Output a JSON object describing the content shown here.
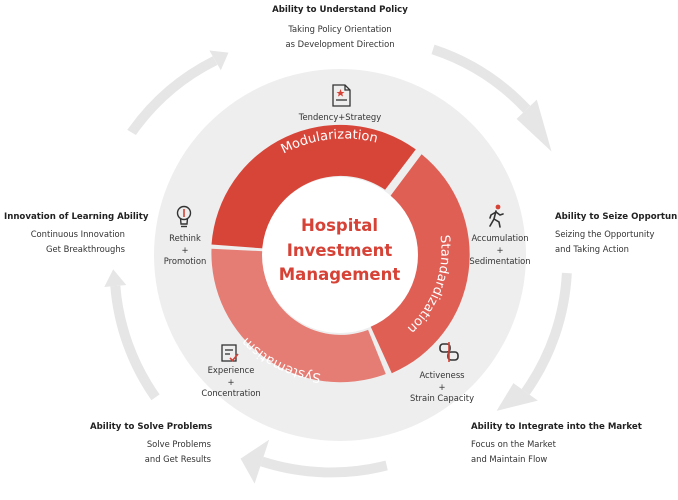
{
  "center_title": {
    "line1": "Hospital",
    "line2": "Investment",
    "line3": "Management"
  },
  "ring_segments": {
    "modularization": "Modularization",
    "standardization": "Standardization",
    "systematism": "Systematism"
  },
  "ring_items": [
    {
      "icon": "document-star-icon",
      "line1": "Tendency+Strategy"
    },
    {
      "icon": "walking-person-icon",
      "line1": "Accumulation",
      "line2": "+",
      "line3": "Sedimentation"
    },
    {
      "icon": "link-knot-icon",
      "line1": "Activeness",
      "line2": "+",
      "line3": "Strain Capacity"
    },
    {
      "icon": "checklist-icon",
      "line1": "Experience",
      "line2": "+",
      "line3": "Concentration"
    },
    {
      "icon": "lightbulb-icon",
      "line1": "Rethink",
      "line2": "+",
      "line3": "Promotion"
    }
  ],
  "abilities": [
    {
      "title": "Ability to Understand Policy",
      "line1": "Taking Policy Orientation",
      "line2": "as Development Direction"
    },
    {
      "title": "Ability to Seize Opportunities",
      "line1": "Seizing the Opportunity",
      "line2": "and Taking Action"
    },
    {
      "title": "Ability to Integrate into the Market",
      "line1": "Focus on the Market",
      "line2": "and Maintain Flow"
    },
    {
      "title": "Ability to Solve Problems",
      "line1": "Solve Problems",
      "line2": "and Get Results"
    },
    {
      "title": "Innovation of Learning Ability",
      "line1": "Continuous Innovation",
      "line2": "Get Breakthroughs"
    }
  ],
  "colors": {
    "background_disc": "#eeeeee",
    "outer_arrows": "#e6e6e6",
    "segment_modularization": "#d74539",
    "segment_standardization": "#df5f55",
    "segment_systematism": "#e57d74",
    "center_text": "#d64236",
    "icon": "#333333",
    "icon_accent": "#d64236"
  }
}
